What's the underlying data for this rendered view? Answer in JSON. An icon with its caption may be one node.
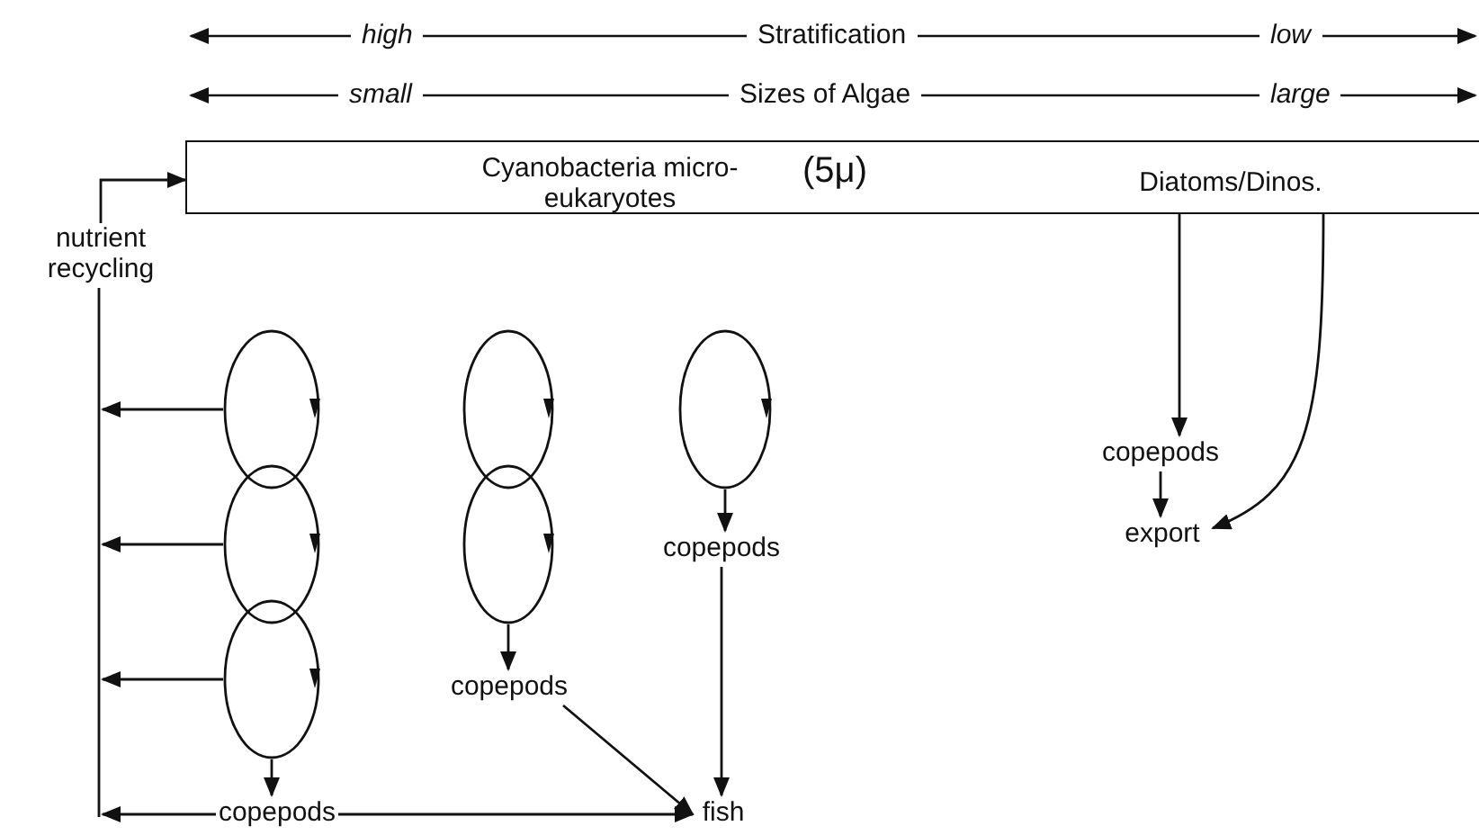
{
  "diagram": {
    "nodes": [
      {
        "text": [
          "Cyanobacteria micro-eukaryotes",
          "(5μ)",
          "Diatoms/Dinos."
        ]
      },
      {
        "text": [],
        "shape": "circle"
      },
      {
        "text": [],
        "shape": "circle"
      },
      {
        "text": [],
        "shape": "circle"
      },
      {
        "text": [],
        "shape": "circle"
      },
      {
        "text": [],
        "shape": "circle"
      },
      {
        "text": [],
        "shape": "circle"
      },
      {
        "text": [
          "copepods"
        ]
      },
      {
        "text": [
          "copepods"
        ]
      },
      {
        "text": [
          "copepods"
        ]
      },
      {
        "text": [
          "fish"
        ]
      },
      {
        "text": [
          "copepods"
        ]
      },
      {
        "text": [
          "export"
        ]
      },
      {
        "text": [
          "nutrient recycling"
        ]
      }
    ],
    "edges": [
      {
        "from": 3,
        "to": 7,
        "arrow": "to"
      },
      {
        "from": 5,
        "to": 8,
        "arrow": "to"
      },
      {
        "from": 6,
        "to": 9,
        "arrow": "to"
      },
      {
        "from": 8,
        "to": 10,
        "arrow": "to"
      },
      {
        "from": 9,
        "to": 10,
        "arrow": "to"
      },
      {
        "from": 7,
        "to": 10,
        "arrow": "to"
      },
      {
        "from": 7,
        "to": 13,
        "arrow": "to"
      },
      {
        "from": 1,
        "to": 13,
        "arrow": "to"
      },
      {
        "from": 2,
        "to": 13,
        "arrow": "to"
      },
      {
        "from": 3,
        "to": 13,
        "arrow": "to"
      },
      {
        "from": 13,
        "to": 0,
        "arrow": "to"
      },
      {
        "from": 0,
        "to": 11,
        "arrow": "to"
      },
      {
        "from": 11,
        "to": 12,
        "arrow": "to"
      },
      {
        "from": 0,
        "to": 12,
        "arrow": "to"
      }
    ],
    "labels": [
      "high",
      "Stratification",
      "low",
      "small",
      "Sizes of Algae",
      "large"
    ]
  }
}
